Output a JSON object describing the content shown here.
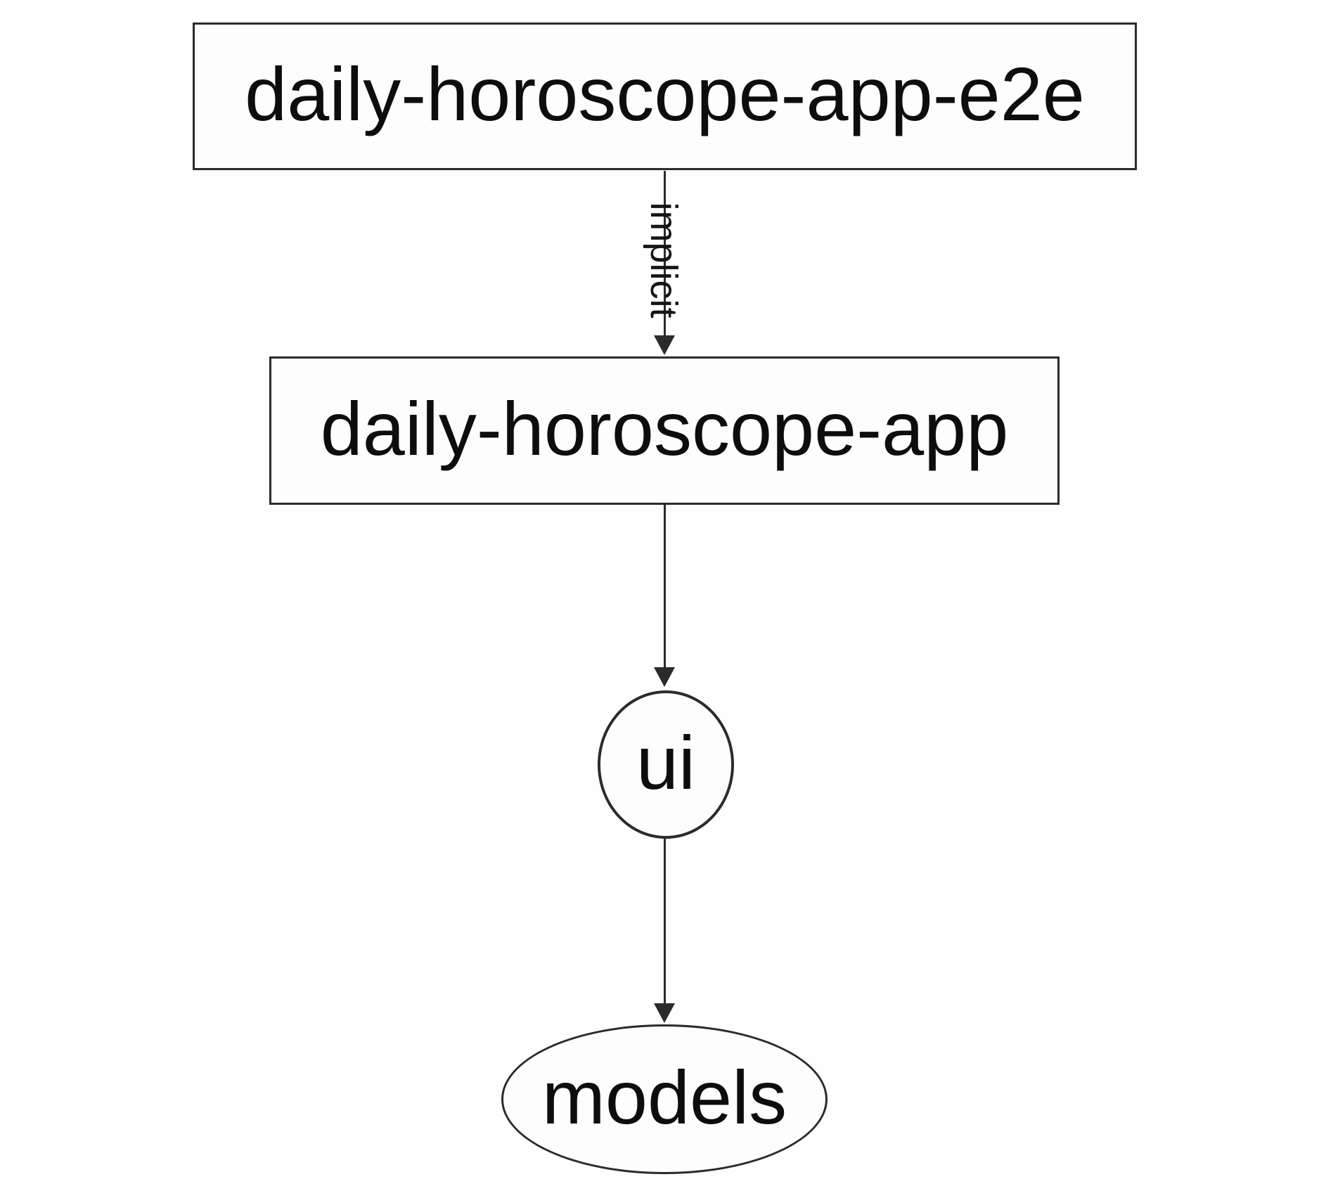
{
  "canvas": {
    "background_color": "#fefefe",
    "stroke_color": "#2b2b2b",
    "text_color": "#0d0d0d"
  },
  "nodes": [
    {
      "id": "daily-horoscope-app-e2e",
      "label": "daily-horoscope-app-e2e",
      "shape": "rectangle"
    },
    {
      "id": "daily-horoscope-app",
      "label": "daily-horoscope-app",
      "shape": "rectangle"
    },
    {
      "id": "ui",
      "label": "ui",
      "shape": "ellipse"
    },
    {
      "id": "models",
      "label": "models",
      "shape": "ellipse"
    }
  ],
  "edges": [
    {
      "from": "daily-horoscope-app-e2e",
      "to": "daily-horoscope-app",
      "label": "implicit",
      "direction": "down"
    },
    {
      "from": "daily-horoscope-app",
      "to": "ui",
      "label": "",
      "direction": "down"
    },
    {
      "from": "ui",
      "to": "models",
      "label": "",
      "direction": "down"
    }
  ]
}
